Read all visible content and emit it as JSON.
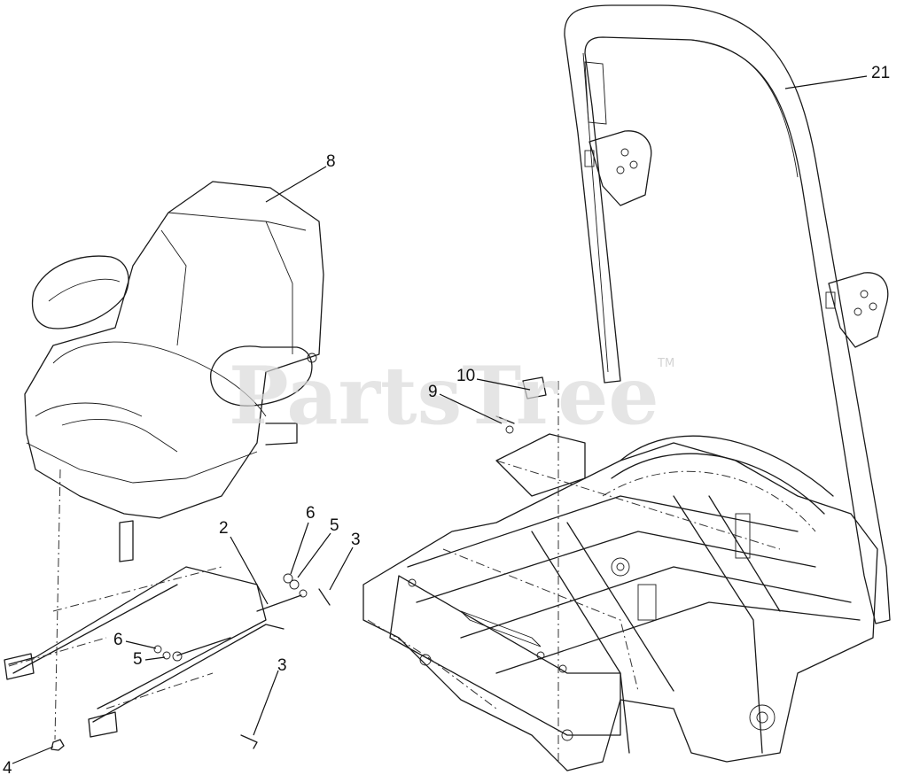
{
  "watermark": {
    "text": "PartsTree",
    "trademark": "TM"
  },
  "callouts": [
    {
      "id": "c21",
      "label": "21"
    },
    {
      "id": "c8",
      "label": "8"
    },
    {
      "id": "c10",
      "label": "10"
    },
    {
      "id": "c9",
      "label": "9"
    },
    {
      "id": "c2",
      "label": "2"
    },
    {
      "id": "c6a",
      "label": "6"
    },
    {
      "id": "c5a",
      "label": "5"
    },
    {
      "id": "c3a",
      "label": "3"
    },
    {
      "id": "c6b",
      "label": "6"
    },
    {
      "id": "c5b",
      "label": "5"
    },
    {
      "id": "c3b",
      "label": "3"
    },
    {
      "id": "c4",
      "label": "4"
    }
  ]
}
